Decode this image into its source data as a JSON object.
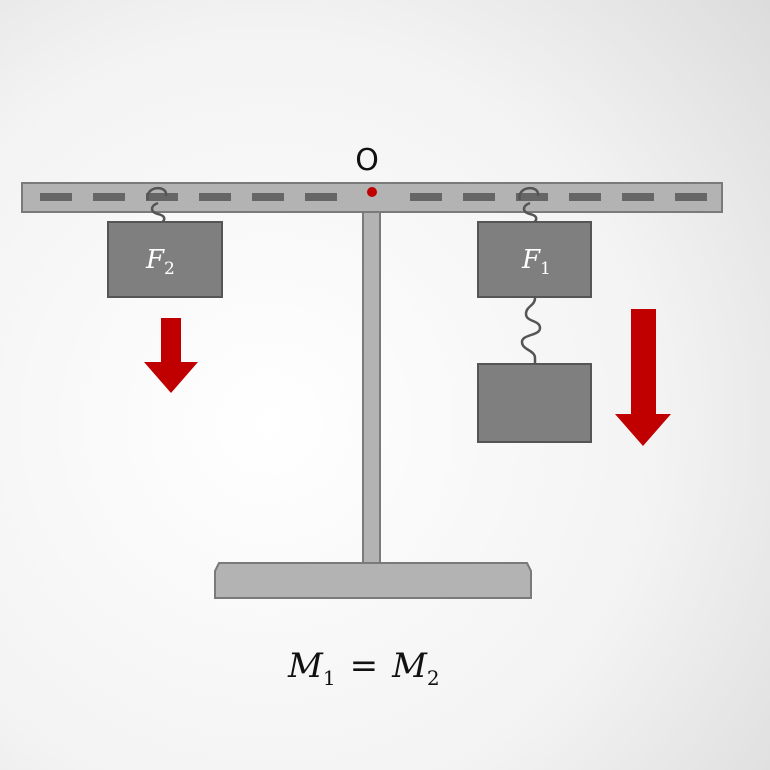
{
  "pivot": {
    "label": "O"
  },
  "left_weight": {
    "label_main": "F",
    "label_sub": "2"
  },
  "right_weight": {
    "label_main": "F",
    "label_sub": "1"
  },
  "equation": {
    "lhs_main": "M",
    "lhs_sub": "1",
    "operator": "=",
    "rhs_main": "M",
    "rhs_sub": "2"
  },
  "colors": {
    "beam": "#b3b3b3",
    "beam_outline": "#7a7a7a",
    "beam_marks": "#666666",
    "weight_fill": "#7f7f7f",
    "weight_outline": "#555555",
    "force_arrow": "#c00000",
    "pivot_dot": "#c00000",
    "stand": "#b3b3b3"
  }
}
